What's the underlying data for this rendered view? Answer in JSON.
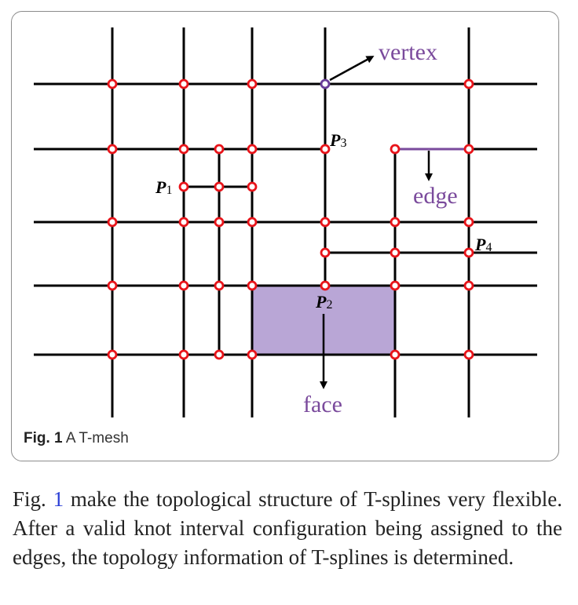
{
  "figure": {
    "caption_label": "Fig. 1",
    "caption_text": "A T-mesh",
    "annotations": {
      "vertex": "vertex",
      "edge": "edge",
      "face": "face"
    },
    "points": {
      "p1": {
        "letter": "P",
        "sub": "1"
      },
      "p2": {
        "letter": "P",
        "sub": "2"
      },
      "p3": {
        "letter": "P",
        "sub": "3"
      },
      "p4": {
        "letter": "P",
        "sub": "4"
      }
    },
    "colors": {
      "lines": "#000000",
      "knot": "#e8141a",
      "highlight_vertex": "#6a3d9a",
      "face_fill": "#b9a6d6",
      "edge": "#7a4a9c"
    }
  },
  "paragraph": {
    "ref_prefix": "Fig.",
    "ref_number": "1",
    "line1_rest": "make the topological structure of T-splines very",
    "line2": "flexible. After a valid knot interval configuration being",
    "line3": "assigned to the edges, the topology information of",
    "line4": "T-splines is determined."
  }
}
